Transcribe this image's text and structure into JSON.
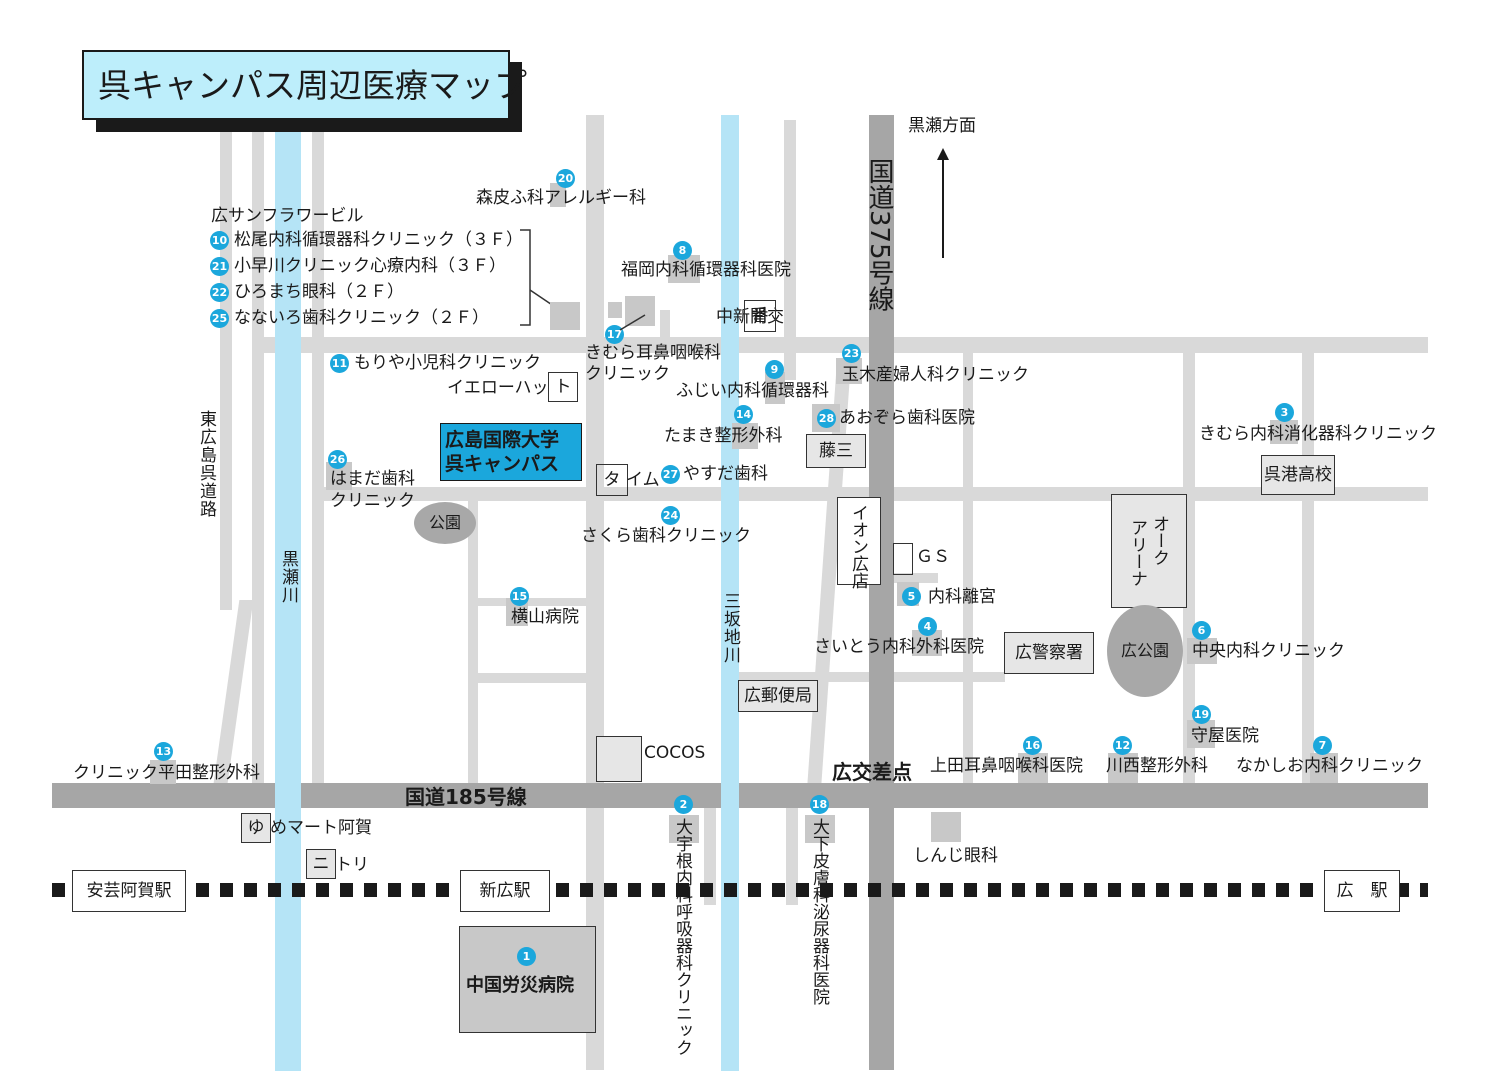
{
  "title": "呉キャンパス周辺医療マップ",
  "direction": "黒瀬方面",
  "roads": {
    "r375": "国道375号線",
    "r185": "国道185号線",
    "higashihiroshima": "東広島呉道路",
    "intersection": "広交差点"
  },
  "rivers": {
    "kurose": "黒瀬川",
    "misaka": "三坂地川"
  },
  "stations": {
    "aki_aga": "安芸阿賀駅",
    "shinhiro": "新広駅",
    "hiro": "広　駅"
  },
  "campus": [
    "広島国際大学",
    "呉キャンパス"
  ],
  "building_sunflower": "広サンフラワービル",
  "sunflower_tenants": [
    {
      "num": "10",
      "name": "松尾内科循環器科クリニック（３Ｆ）"
    },
    {
      "num": "21",
      "name": "小早川クリニック心療内科（３Ｆ）"
    },
    {
      "num": "22",
      "name": "ひろまち眼科（２Ｆ）"
    },
    {
      "num": "25",
      "name": "なないろ歯科クリニック（２Ｆ）"
    }
  ],
  "clinics": {
    "c1": {
      "num": "1",
      "name": "中国労災病院"
    },
    "c2": {
      "num": "2",
      "name": "大宇根内科呼吸器科クリニック"
    },
    "c3": {
      "num": "3",
      "name": "きむら内科消化器科クリニック"
    },
    "c4": {
      "num": "4",
      "name": "さいとう内科外科医院"
    },
    "c5": {
      "num": "5",
      "name": "内科離宮"
    },
    "c6": {
      "num": "6",
      "name": "中央内科クリニック"
    },
    "c7": {
      "num": "7",
      "name": "なかしお内科クリニック"
    },
    "c8": {
      "num": "8",
      "name": "福岡内科循環器科医院"
    },
    "c9": {
      "num": "9",
      "name": "ふじい内科循環器科"
    },
    "c11": {
      "num": "11",
      "name": "もりや小児科クリニック"
    },
    "c12": {
      "num": "12",
      "name": "川西整形外科"
    },
    "c13": {
      "num": "13",
      "name": "クリニック平田整形外科"
    },
    "c14": {
      "num": "14",
      "name": "たまき整形外科"
    },
    "c15": {
      "num": "15",
      "name": "横山病院"
    },
    "c16": {
      "num": "16",
      "name": "上田耳鼻咽喉科医院"
    },
    "c17": {
      "num": "17",
      "name1": "きむら耳鼻咽喉科",
      "name2": "クリニック"
    },
    "c18": {
      "num": "18",
      "name": "大下皮膚科泌尿器科医院"
    },
    "c19": {
      "num": "19",
      "name": "守屋医院"
    },
    "c20": {
      "num": "20",
      "name": "森皮ふ科アレルギー科"
    },
    "c23": {
      "num": "23",
      "name": "玉木産婦人科クリニック"
    },
    "c24": {
      "num": "24",
      "name": "さくら歯科クリニック"
    },
    "c26": {
      "num": "26",
      "name1": "はまだ歯科",
      "name2": "クリニック"
    },
    "c27": {
      "num": "27",
      "name": "やすだ歯科"
    },
    "c28": {
      "num": "28",
      "name": "あおぞら歯科医院"
    }
  },
  "landmarks": {
    "police_box_pre": "中新開交",
    "police_box_char": "番",
    "yellowhat_pre": "イエローハッ",
    "yellowhat_char": "ト",
    "time_char": "タ",
    "time_post": "イム",
    "fujisan": "藤三",
    "kure_high": "呉港高校",
    "aeon": "イオン広店",
    "gs": "ＧＳ",
    "oak_arena_1": "オーク",
    "oak_arena_2": "アリーナ",
    "police": "広警察署",
    "hiro_park": "広公園",
    "park": "公園",
    "post": "広郵便局",
    "cocos": "COCOS",
    "shinji": "しんじ眼科",
    "yume_char": "ゆ",
    "yume_post": "めマート阿賀",
    "nitori_char": "ニ",
    "nitori_post": "トリ"
  }
}
